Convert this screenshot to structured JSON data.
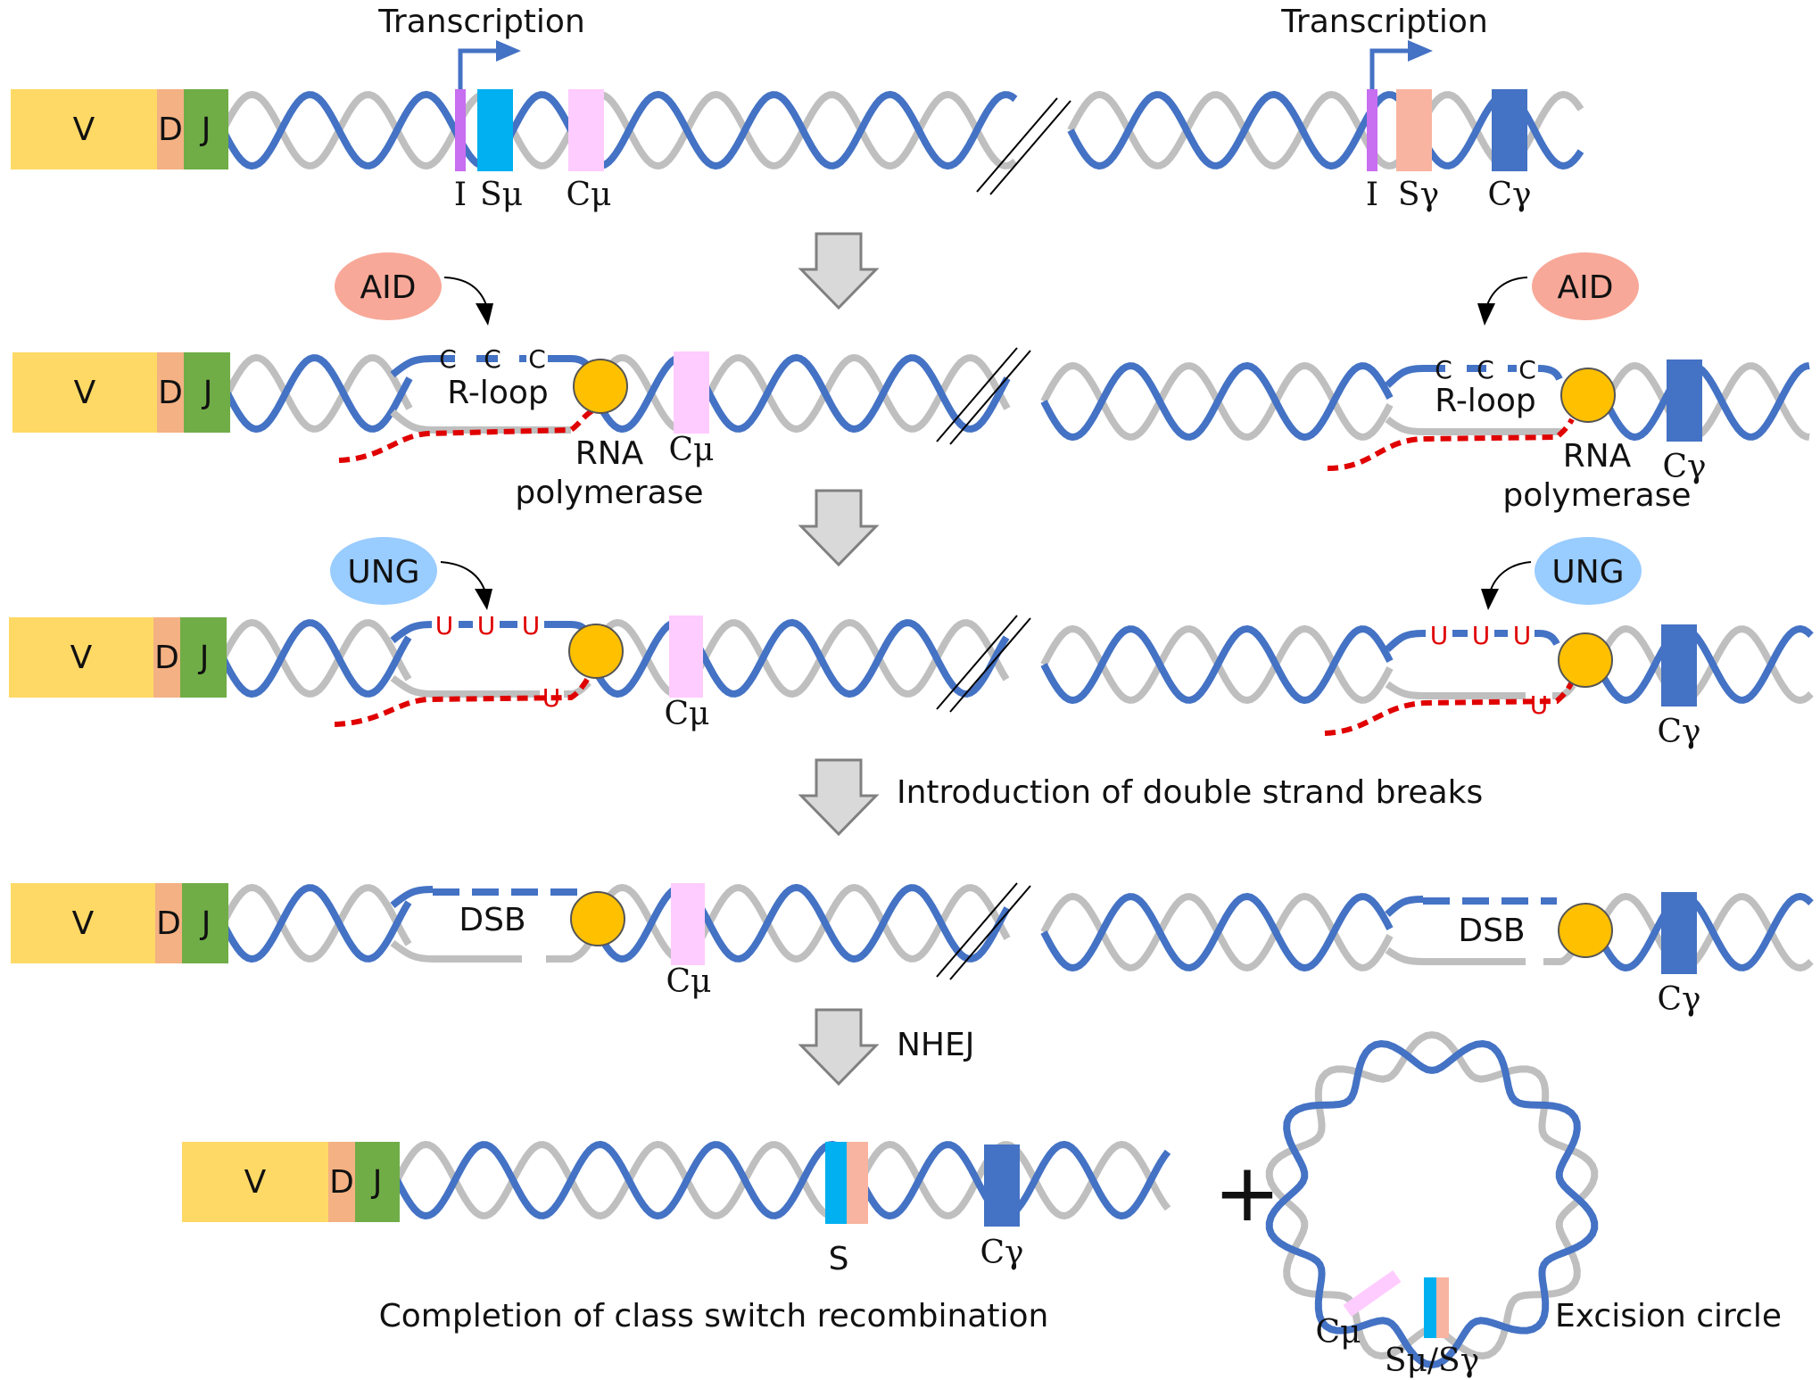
{
  "labels": {
    "v": "V",
    "d": "D",
    "j": "J",
    "i": "I",
    "s_mu": "Sμ",
    "c_mu": "Cμ",
    "s_gamma": "Sγ",
    "c_gamma": "Cγ",
    "transcription": "Transcription",
    "aid": "AID",
    "ung": "UNG",
    "r_loop": "R-loop",
    "c": "C",
    "u": "U",
    "rna": "RNA",
    "polymerase": "polymerase",
    "dsb": "DSB",
    "s": "S",
    "plus": "+",
    "s_mu_s_gamma": "Sμ/Sγ",
    "excision_circle": "Excision circle"
  },
  "steps": {
    "dsb_intro": "Introduction of double strand breaks",
    "nhej": "NHEJ",
    "completion": "Completion of class switch recombination"
  },
  "colors": {
    "v": "#FFD966",
    "d": "#F4B183",
    "j": "#70AD47",
    "strand_blue": "#4472C4",
    "strand_gray": "#BFBFBF",
    "i_exon": "#C86EF0",
    "s_mu": "#00B0F0",
    "c_mu": "#FFCCFF",
    "s_gamma": "#F8B4A0",
    "c_gamma": "#4472C4",
    "aid": "#F8A898",
    "ung": "#99CCFF",
    "polymerase": "#FFC000",
    "rna": "#E00000",
    "arrow_fill": "#D9D9D9",
    "arrow_edge": "#808080"
  }
}
